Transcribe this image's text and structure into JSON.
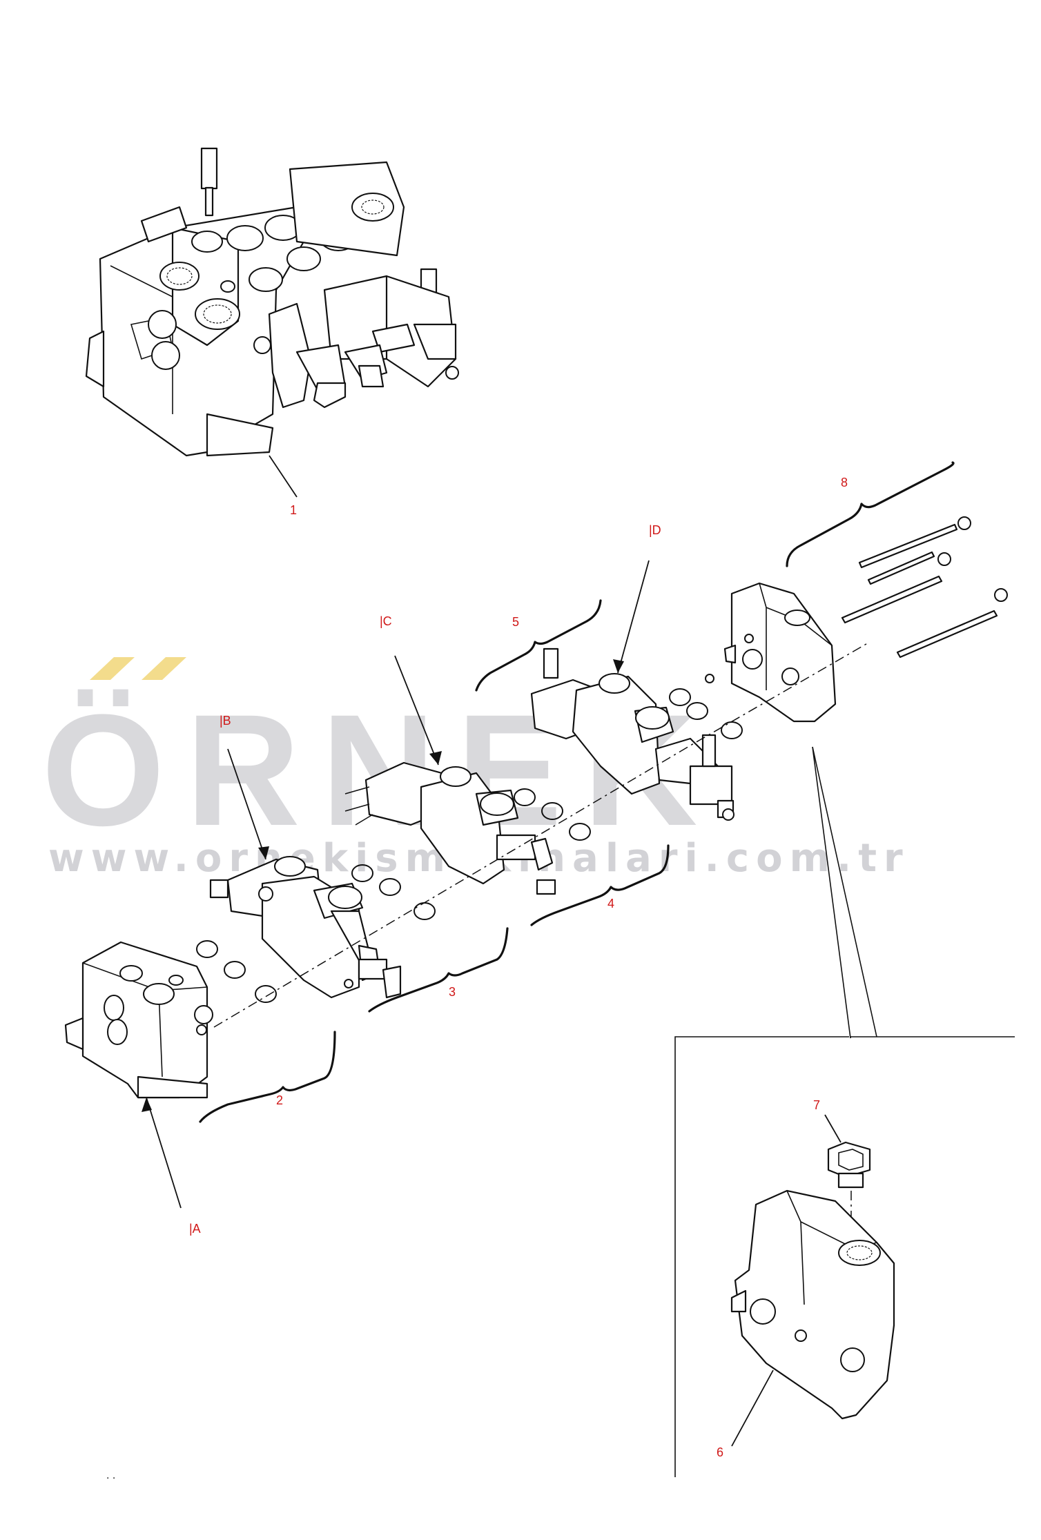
{
  "watermark": {
    "brand": "ÖRNEK",
    "url": "www.ornekismakinalari.com.tr",
    "accent_color": "#f3dc8c",
    "text_color": "#d9d9dc"
  },
  "callouts": {
    "item_1": "1",
    "item_2": "2",
    "item_3": "3",
    "item_4": "4",
    "item_5": "5",
    "item_6": "6",
    "item_7": "7",
    "item_8": "8",
    "view_a": "|A",
    "view_b": "|B",
    "view_c": "|C",
    "view_d": "|D"
  },
  "footer_mark": ". ."
}
